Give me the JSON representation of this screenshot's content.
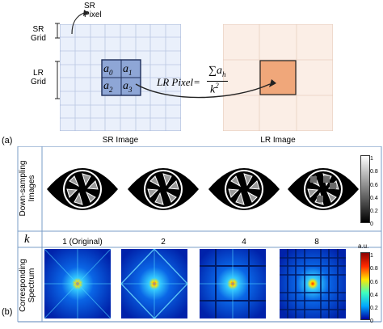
{
  "panel_a": {
    "label": "(a)",
    "sr_pixel_label": "SR\nPixel",
    "sr_grid_label": "SR\nGrid",
    "lr_grid_label": "LR\nGrid",
    "sr_image_caption": "SR Image",
    "lr_image_caption": "LR Image",
    "formula_prefix": "LR Pixel=",
    "formula_numerator": "∑a",
    "formula_numerator_sub": "h",
    "formula_denominator": "k",
    "formula_denominator_sup": "2",
    "cells": [
      {
        "base": "a",
        "sub": "0"
      },
      {
        "base": "a",
        "sub": "1"
      },
      {
        "base": "a",
        "sub": "2"
      },
      {
        "base": "a",
        "sub": "3"
      }
    ],
    "colors": {
      "sr_grid_fill": "#eaf0fb",
      "sr_highlight": "#8ea6d6",
      "lr_grid_fill": "#fbeee6",
      "lr_highlight": "#f0a77a"
    }
  },
  "panel_b": {
    "label": "(b)",
    "row_label_images": "Down-sampling\nImages",
    "row_label_k": "k",
    "row_label_spectrum": "Corresponding\nSpectrum",
    "k_values": [
      "1 (Original)",
      "2",
      "4",
      "8"
    ],
    "colorbar_gray": {
      "ticks": [
        "1",
        "0.8",
        "0.6",
        "0.4",
        "0.2",
        "0"
      ]
    },
    "colorbar_jet": {
      "unit": "a.u.",
      "ticks": [
        "1",
        "0.8",
        "0.6",
        "0.4",
        "0.2",
        "0"
      ]
    }
  }
}
